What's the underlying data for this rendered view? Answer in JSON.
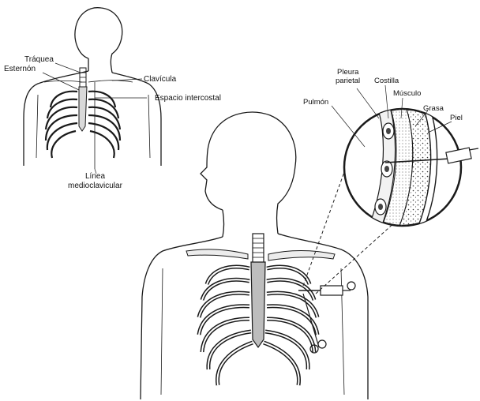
{
  "upper_left_figure": {
    "labels": {
      "trachea": "Tráquea",
      "sternum": "Esternón",
      "clavicle": "Clavícula",
      "intercostal_space": "Espacio intercostal",
      "midclavicular_line_1": "Línea",
      "midclavicular_line_2": "medioclavicular"
    }
  },
  "detail_inset": {
    "labels": {
      "parietal_pleura_1": "Pleura",
      "parietal_pleura_2": "parietal",
      "rib": "Costilla",
      "muscle": "Músculo",
      "lung": "Pulmón",
      "fat": "Grasa",
      "skin": "Piel"
    }
  },
  "colors": {
    "ink": "#1a1a1a",
    "background": "#ffffff"
  }
}
